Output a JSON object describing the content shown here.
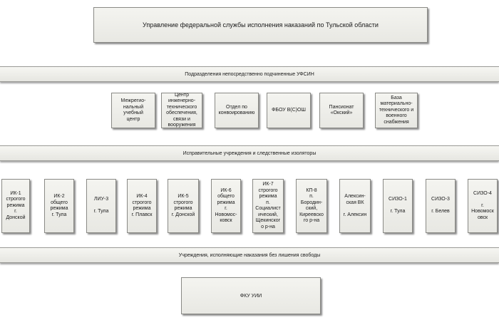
{
  "header": {
    "title": "Управление федеральной службы исполнения наказаний по Тульской области"
  },
  "banners": {
    "direct_units": "Подразделения непосредственно подчиненные УФСИН",
    "correctional": "Исправительные учреждения и следственные изоляторы",
    "no_deprivation": "Учреждения, исполняющие наказания без лишения свободы"
  },
  "direct_units": [
    "Межрегио-\nнальный\nучебный\nцентр",
    "Центр\nинженерно-\nтехнического\nобеспечения,\nсвязи и\nвооружения",
    "Отдел по\nконвоированию",
    "ФБОУ В(С)ОШ",
    "Пансионат\n«Окский»",
    "База\nматериально-\nтехнического и\nвоенного\nснабжения"
  ],
  "correctional_units": [
    "ИК-1\nстрогого\nрежима\nг.\nДонской",
    "ИК-2\nобщего\nрежима\nг. Тула",
    "ЛИУ-3\n\nг. Тула",
    "ИК-4\nстрогого\nрежима\nг. Плавск",
    "ИК-5\nстрогого\nрежима\nг. Донской",
    "ИК-6\nобщего\nрежима\nг.\nНовомос-\nковск",
    "ИК-7\nстрогого\nрежима\nп.\nСоциалист\nический,\nЩекинског\nо р-на",
    "КП-8\nп.\nБородин-\nский,\nКиреевско\nго р-на",
    "Алексин-\nская ВК\n\nг. Алексин",
    "СИЗО-1\n\nг. Тула",
    "СИЗО-3\n\nг. Белев",
    "СИЗО-4\n\nг.\nНовомоск\nовск"
  ],
  "bottom": {
    "label": "ФКУ УИИ"
  }
}
